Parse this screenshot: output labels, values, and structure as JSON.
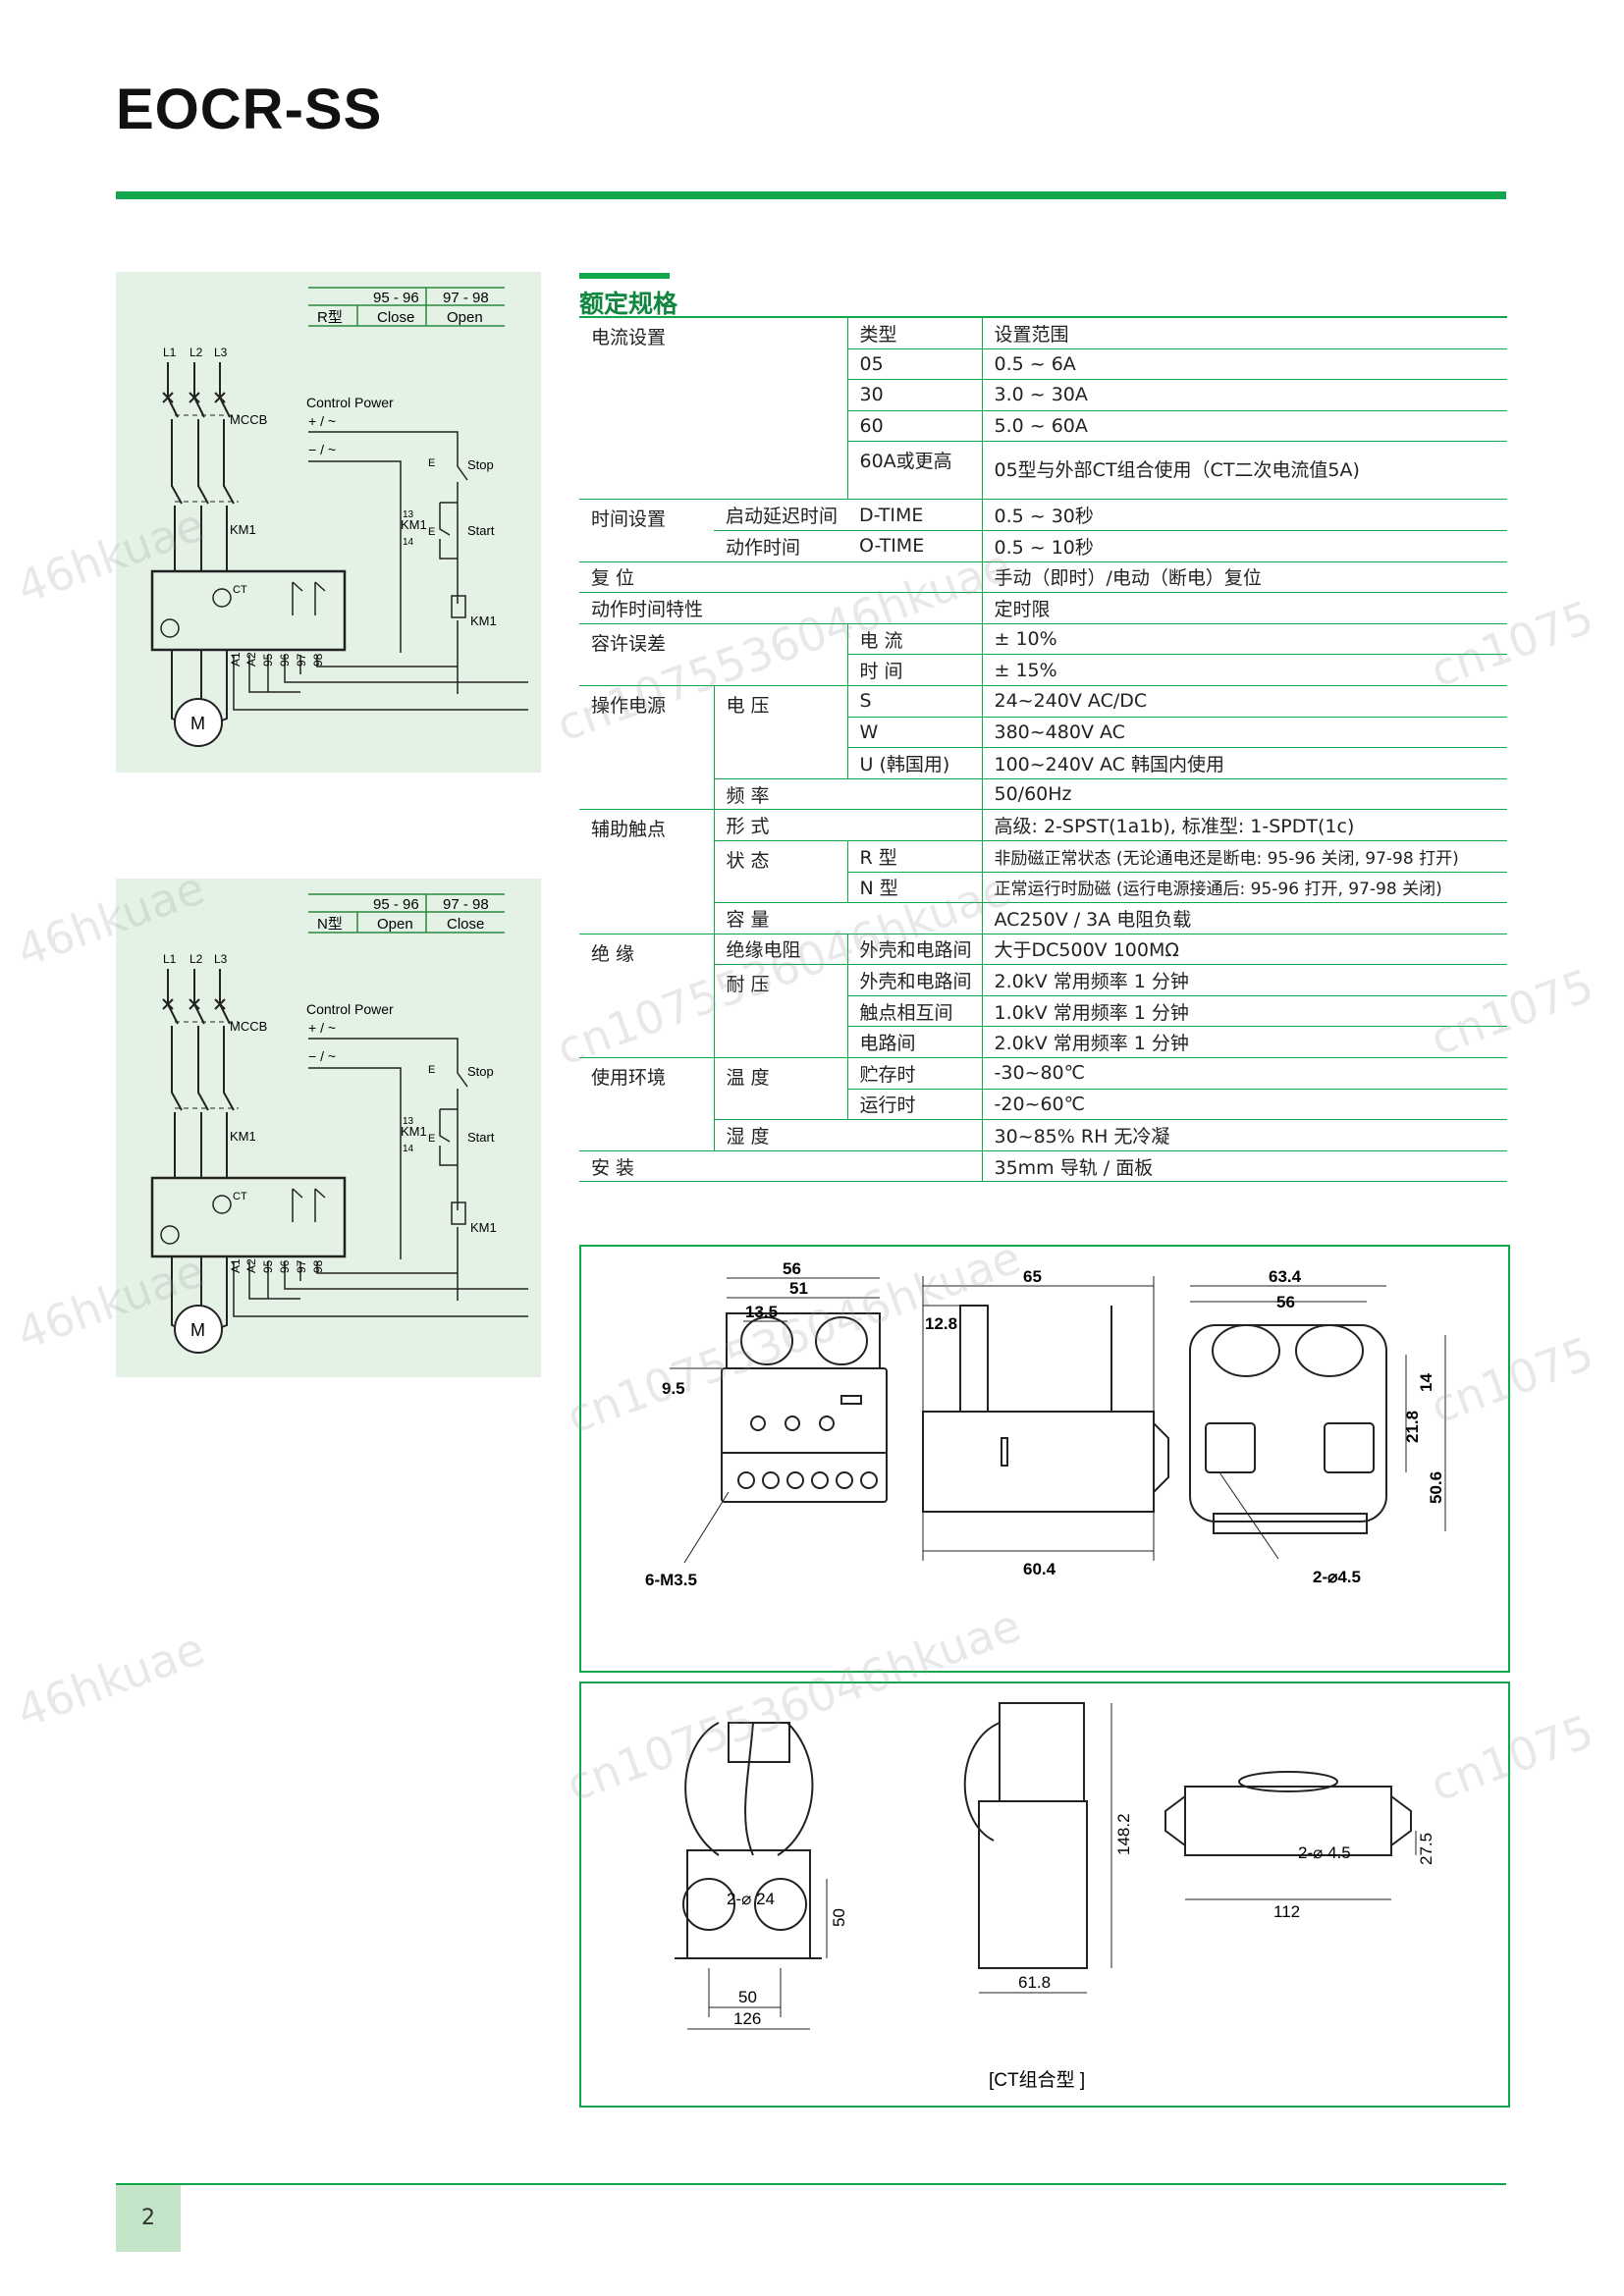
{
  "header": {
    "title": "EOCR-SS"
  },
  "diagram_r": {
    "col1": "95 - 96",
    "col2": "97 - 98",
    "type": "R型",
    "v1": "Close",
    "v2": "Open",
    "l1": "L1",
    "l2": "L2",
    "l3": "L3",
    "mccb": "MCCB",
    "ctrl_power": "Control Power",
    "plus": "+ / ~",
    "minus": "− / ~",
    "stop": "Stop",
    "start": "Start",
    "km1": "KM1",
    "e1": "E",
    "e2": "E",
    "t13": "13",
    "t14": "14",
    "ct": "CT",
    "motor": "M",
    "a1": "A1",
    "a2": "A2",
    "t95": "95",
    "t96": "96",
    "t97": "97",
    "t98": "98"
  },
  "diagram_n": {
    "col1": "95 - 96",
    "col2": "97 - 98",
    "type": "N型",
    "v1": "Open",
    "v2": "Close",
    "l1": "L1",
    "l2": "L2",
    "l3": "L3",
    "mccb": "MCCB",
    "ctrl_power": "Control Power",
    "plus": "+ / ~",
    "minus": "− / ~",
    "stop": "Stop",
    "start": "Start",
    "km1": "KM1",
    "e1": "E",
    "e2": "E",
    "t13": "13",
    "t14": "14",
    "ct": "CT",
    "motor": "M",
    "a1": "A1",
    "a2": "A2",
    "t95": "95",
    "t96": "96",
    "t97": "97",
    "t98": "98"
  },
  "spec": {
    "heading": "额定规格",
    "r1": {
      "a": "电流设置",
      "c": "类型",
      "d": "设置范围"
    },
    "r2": {
      "c": "05",
      "d": "0.5 ~ 6A"
    },
    "r3": {
      "c": "30",
      "d": "3.0 ~ 30A"
    },
    "r4": {
      "c": "60",
      "d": "5.0 ~ 60A"
    },
    "r5": {
      "c": "60A或更高",
      "d": "05型与外部CT组合使用（CT二次电流值5A)"
    },
    "r6": {
      "a": "时间设置",
      "b": "启动延迟时间",
      "c": "D-TIME",
      "d": "0.5 ~ 30秒"
    },
    "r7": {
      "b": "动作时间",
      "c": "O-TIME",
      "d": "0.5 ~ 10秒"
    },
    "r8": {
      "a": "复 位",
      "d": "手动（即时）/电动（断电）复位"
    },
    "r9": {
      "a": "动作时间特性",
      "d": "定时限"
    },
    "r10": {
      "a": "容许误差",
      "c": "电 流",
      "d": "± 10%"
    },
    "r11": {
      "c": "时 间",
      "d": "± 15%"
    },
    "r12": {
      "a": "操作电源",
      "b": "电 压",
      "c": "S",
      "d": "24~240V AC/DC"
    },
    "r13": {
      "c": "W",
      "d": "380~480V AC"
    },
    "r14": {
      "c": "U (韩国用)",
      "d": "100~240V AC 韩国内使用"
    },
    "r15": {
      "b": "频 率",
      "d": "50/60Hz"
    },
    "r16": {
      "a": "辅助触点",
      "b": "形 式",
      "d": "高级: 2-SPST(1a1b), 标准型: 1-SPDT(1c)"
    },
    "r17": {
      "b": "状 态",
      "c": "R 型",
      "d": "非励磁正常状态 (无论通电还是断电: 95-96 关闭, 97-98 打开)"
    },
    "r18": {
      "c": "N 型",
      "d": "正常运行时励磁 (运行电源接通后: 95-96 打开, 97-98 关闭)"
    },
    "r19": {
      "b": "容 量",
      "d": "AC250V / 3A 电阻负载"
    },
    "r20": {
      "a": "绝 缘",
      "b": "绝缘电阻",
      "c": "外壳和电路间",
      "d": "大于DC500V 100MΩ"
    },
    "r21": {
      "b": "耐 压",
      "c": "外壳和电路间",
      "d": "2.0kV 常用频率 1 分钟"
    },
    "r22": {
      "c": "触点相互间",
      "d": "1.0kV 常用频率 1 分钟"
    },
    "r23": {
      "c": "电路间",
      "d": "2.0kV 常用频率 1 分钟"
    },
    "r24": {
      "a": "使用环境",
      "b": "温 度",
      "c": "贮存时",
      "d": "-30~80℃"
    },
    "r25": {
      "c": "运行时",
      "d": "-20~60℃"
    },
    "r26": {
      "b": "湿 度",
      "d": "30~85% RH 无冷凝"
    },
    "r27": {
      "a": "安 装",
      "d": "35mm 导轨 / 面板"
    }
  },
  "dims1": {
    "d56": "56",
    "d51": "51",
    "d13_5": "13.5",
    "d9_5": "9.5",
    "m35": "6-M3.5",
    "d65": "65",
    "d12_8": "12.8",
    "d60": "60.4",
    "d63_4": "63.4",
    "d56b": "56",
    "d14": "14",
    "d21_8": "21.8",
    "d50_6": "50.6",
    "h45": "2-⌀4.5"
  },
  "dims2": {
    "d50": "50",
    "d126": "126",
    "h24": "2-⌀ 24",
    "d50v": "50",
    "d148": "148.2",
    "d61_8": "61.8",
    "h45": "2-⌀ 4.5",
    "d27_5": "27.5",
    "d112": "112",
    "caption": "[CT组合型 ]"
  },
  "footer": {
    "page": "2"
  },
  "watermarks": {
    "w1": "46hkuae",
    "w2": "cn1075536046hkuae",
    "w3": "cn1075"
  }
}
